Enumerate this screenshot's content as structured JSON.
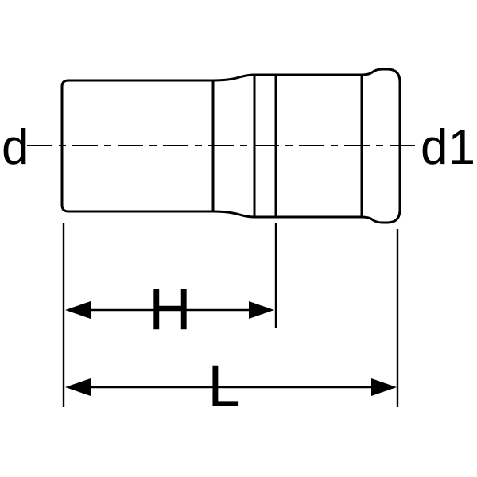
{
  "diagram": {
    "kind": "pipe-fitting-technical-drawing",
    "labels": {
      "d": "d",
      "d1": "d1",
      "H": "H",
      "L": "L"
    },
    "colors": {
      "line": "#000000",
      "background": "#ffffff"
    }
  }
}
